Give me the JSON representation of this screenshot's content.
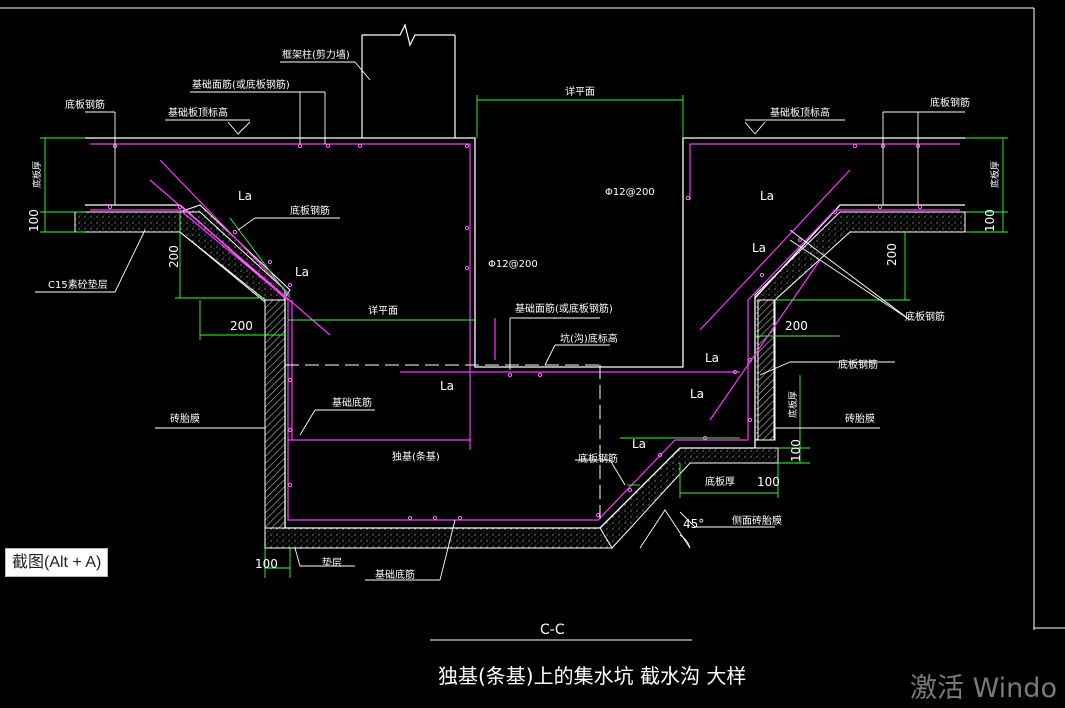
{
  "drawing": {
    "section_mark": "C-C",
    "title": "独基(条基)上的集水坑 截水沟 大样",
    "labels": {
      "column_wall": "框架柱(剪力墙)",
      "foundation_face_rebar": "基础面筋(或底板钢筋)",
      "foundation_level": "基础板顶标高",
      "bottom_rebar_tl": "底板钢筋",
      "bottom_rebar_tr": "底板钢筋",
      "bottom_rebar_mid": "底板钢筋",
      "bottom_rebar_right1": "底板钢筋",
      "bottom_rebar_right2": "底板钢筋",
      "bottom_rebar_right3": "底板钢筋",
      "base_level_right": "基础板顶标高",
      "slab_thickness_left": "底板厚",
      "slab_thickness_right": "底板厚",
      "slab_thickness_mid": "底板厚",
      "cushion": "C15素砼垫层",
      "brick_mold_left": "砖胎膜",
      "brick_mold_right": "砖胎膜",
      "side_brick_mold": "侧面砖胎膜",
      "see_plan_top": "详平面",
      "see_plan_mid": "详平面",
      "pit_bottom_level": "坑(沟)底标高",
      "foundation_face_rebar_mid": "基础面筋(或底板钢筋)",
      "foundation_bottom_rebar": "基础底筋",
      "foundation_bottom_rebar2": "基础底筋",
      "isolated_foundation": "独基(条基)",
      "bedding": "垫层",
      "rebar_spec_1": "Φ12@200",
      "rebar_spec_2": "Φ12@200",
      "la": "La",
      "dim_100": "100",
      "dim_200": "200",
      "angle": "45°"
    }
  },
  "overlay": {
    "tooltip": "截图(Alt + A)",
    "watermark": "激活 Windo"
  },
  "colors": {
    "line": "#ffffff",
    "rebar": "#ff33ff",
    "dimension": "#33ff33",
    "label_line": "#ffffff"
  }
}
